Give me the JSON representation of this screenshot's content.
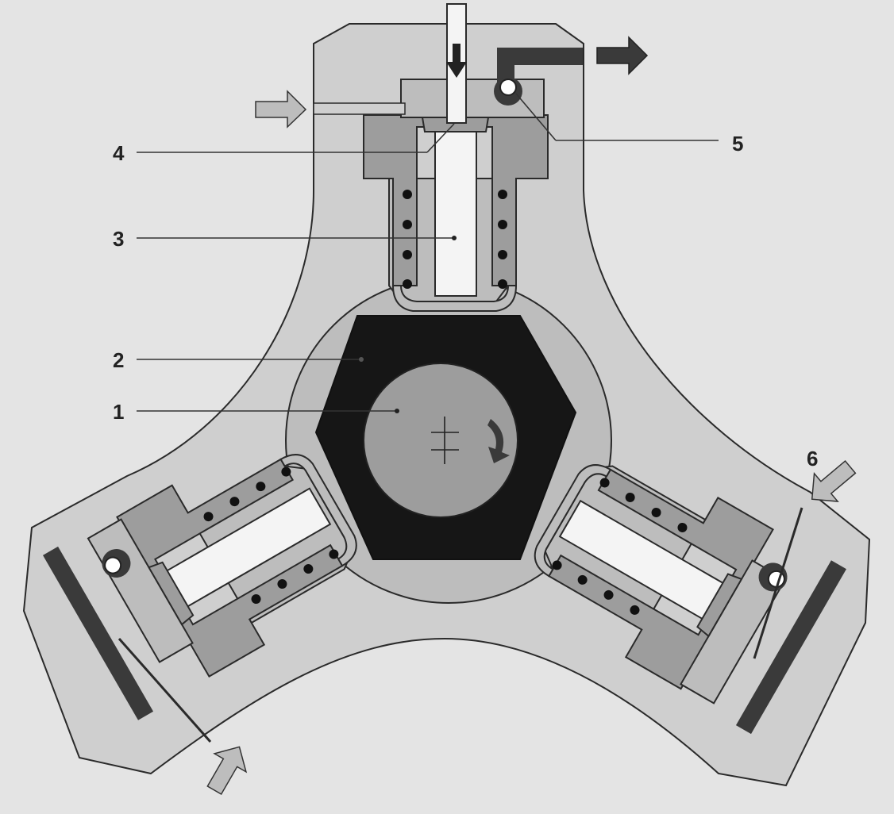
{
  "labels": {
    "eccentric_shaft": "1",
    "cam_ring": "2",
    "piston": "3",
    "suction_valve": "4",
    "pressure_valve": "5",
    "inlet": "6"
  },
  "colors": {
    "background": "#e4e4e4",
    "housing": "#cfcfcf",
    "inner_parts": "#9d9d9d",
    "piston": "#f4f4f4",
    "cam": "#161616"
  },
  "icons": {
    "inlet_arrow": "arrow-right-icon",
    "outlet_arrow": "arrow-right-icon",
    "rotation_arrow": "rotation-arrow-icon"
  }
}
